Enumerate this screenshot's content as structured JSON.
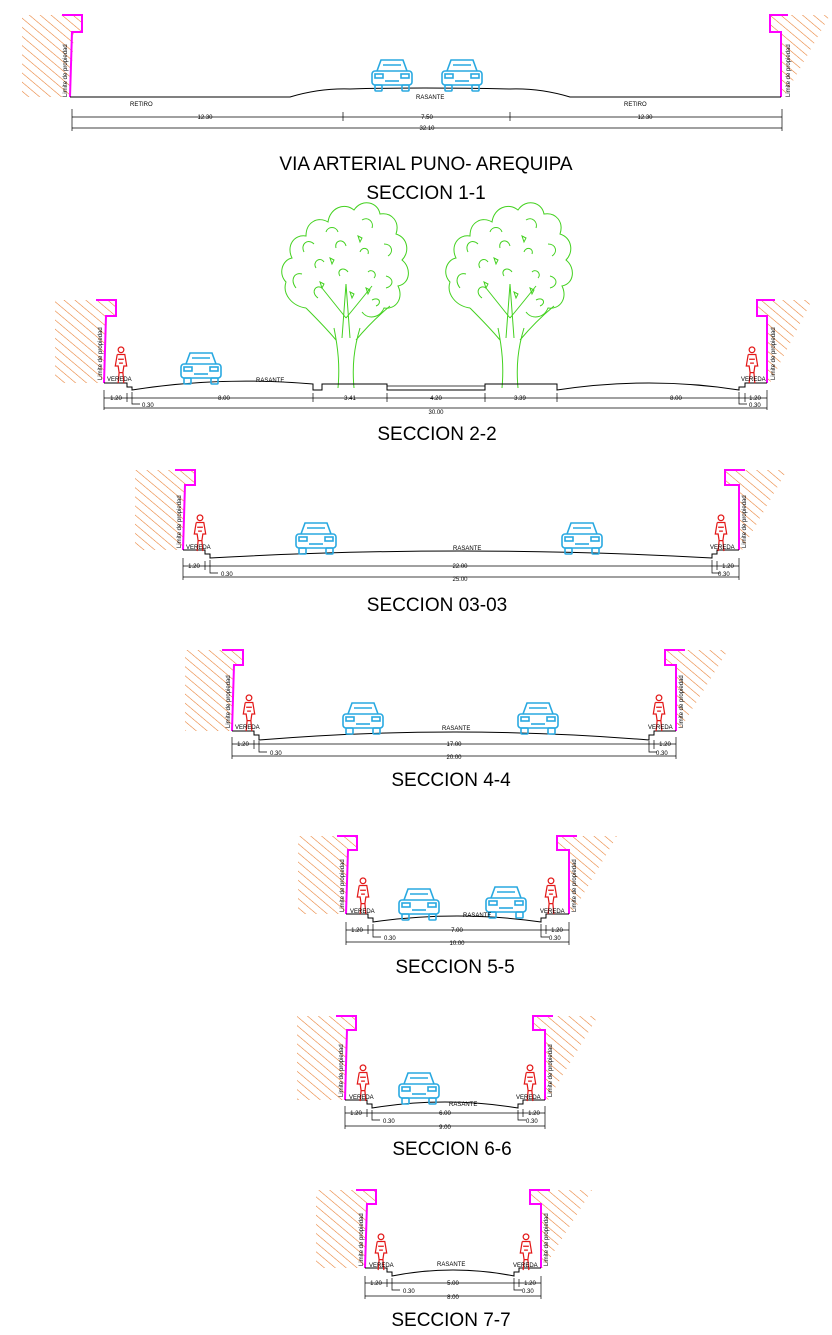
{
  "colors": {
    "property_line": "#ff00ff",
    "hatch": "#e87a2a",
    "car": "#29a9e1",
    "pedestrian": "#e31818",
    "tree": "#43d11f",
    "ink": "#000000"
  },
  "labels": {
    "property_limit": "Limite de propiedad",
    "sidewalk": "VEREDA",
    "grade": "RASANTE",
    "setback": "RETIRO"
  },
  "sections": [
    {
      "title_lines": [
        "VIA ARTERIAL PUNO- AREQUIPA",
        "SECCION 1-1"
      ],
      "dimensions": [
        "12.30",
        "7.50",
        "12.30",
        "32.10"
      ]
    },
    {
      "title_lines": [
        "SECCION 2-2"
      ],
      "dimensions": [
        "1.20",
        "8.00",
        "3.41",
        "4.20",
        "3.39",
        "8.00",
        "1.20",
        "0.30",
        "0.30",
        "30.00"
      ]
    },
    {
      "title_lines": [
        "SECCION 03-03"
      ],
      "dimensions": [
        "1.20",
        "22.00",
        "1.20",
        "0.30",
        "0.30",
        "25.00"
      ]
    },
    {
      "title_lines": [
        "SECCION 4-4"
      ],
      "dimensions": [
        "1.20",
        "17.00",
        "1.20",
        "0.30",
        "0.30",
        "20.00"
      ]
    },
    {
      "title_lines": [
        "SECCION 5-5"
      ],
      "dimensions": [
        "1.20",
        "7.00",
        "1.20",
        "0.30",
        "0.30",
        "10.00"
      ]
    },
    {
      "title_lines": [
        "SECCION 6-6"
      ],
      "dimensions": [
        "1.20",
        "6.00",
        "1.20",
        "0.30",
        "0.30",
        "9.00"
      ]
    },
    {
      "title_lines": [
        "SECCION 7-7"
      ],
      "dimensions": [
        "1.20",
        "5.00",
        "1.20",
        "0.30",
        "0.30",
        "8.00"
      ]
    }
  ]
}
